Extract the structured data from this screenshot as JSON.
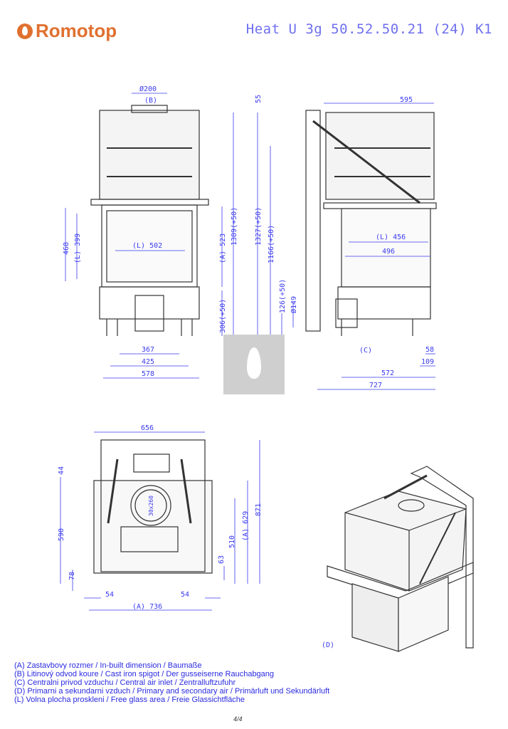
{
  "header": {
    "brand": "Romotop",
    "title": "Heat U 3g 50.52.50.21 (24) K1"
  },
  "front_view": {
    "flue_diameter": "Ø200",
    "flue_label": "(B)",
    "dim_468": "468",
    "dim_399": "(L) 399",
    "glass_width": "(L) 502",
    "dim_523": "(A) 523",
    "dim_1389": "1389(+50)",
    "dim_306": "306(+50)",
    "dim_367": "367",
    "dim_425": "425",
    "dim_578": "578"
  },
  "side_view": {
    "dim_595": "595",
    "dim_55": "55",
    "dim_1327": "1327(+50)",
    "dim_1166": "1166(+50)",
    "dim_126": "126(+50)",
    "air_diameter": "Ø149",
    "glass_456": "(L) 456",
    "dim_496": "496",
    "air_label": "(C)",
    "dim_58": "58",
    "dim_109": "109",
    "dim_572": "572",
    "dim_727": "727"
  },
  "top_view": {
    "dim_656": "656",
    "dim_44": "44",
    "dim_590": "590",
    "dim_78": "78",
    "dim_54_left": "54",
    "dim_54_right": "54",
    "dim_736": "(A) 736",
    "dim_63": "63",
    "dim_510": "510",
    "dim_629": "(A) 629",
    "dim_871": "871",
    "spigot": "30x260"
  },
  "iso_view": {
    "air_label": "(D)"
  },
  "legend": [
    "(A)  Zastavbovy rozmer / In-built dimension / Baumaße",
    "(B)  Litinový odvod koure / Cast iron spigot / Der gusseiserne Rauchabgang",
    "(C)  Centralni privod vzduchu / Central air inlet / Zentralluftzufuhr",
    "(D)  Primarni a sekundarni vzduch / Primary and secondary air / Primärluft und Sekundärluft",
    "(L)  Volna plocha proskleni / Free glass area / Freie Glassichtfläche"
  ],
  "page_number": "4/4",
  "colors": {
    "brand": "#e07030",
    "dimension": "#3a3aef"
  }
}
